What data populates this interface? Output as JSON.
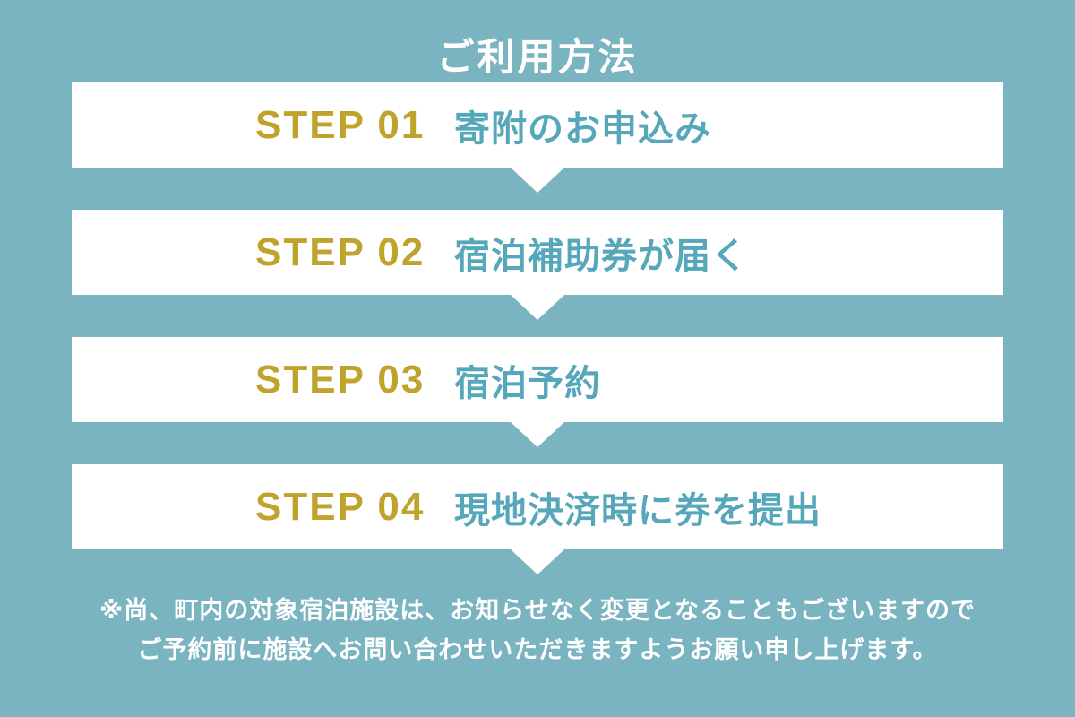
{
  "title": "ご利用方法",
  "colors": {
    "background": "#7ab4c1",
    "bar_bg": "#ffffff",
    "step_label": "#c0a32c",
    "step_text": "#55a7b9",
    "note_text": "#ffffff",
    "title_text": "#ffffff"
  },
  "steps": [
    {
      "label": "STEP 01",
      "text": "寄附のお申込み"
    },
    {
      "label": "STEP 02",
      "text": "宿泊補助券が届く"
    },
    {
      "label": "STEP 03",
      "text": "宿泊予約"
    },
    {
      "label": "STEP 04",
      "text": "現地決済時に券を提出"
    }
  ],
  "note": {
    "line1": "※尚、町内の対象宿泊施設は、お知らせなく変更となることもございますので",
    "line2": "ご予約前に施設へお問い合わせいただきますようお願い申し上げます。"
  }
}
